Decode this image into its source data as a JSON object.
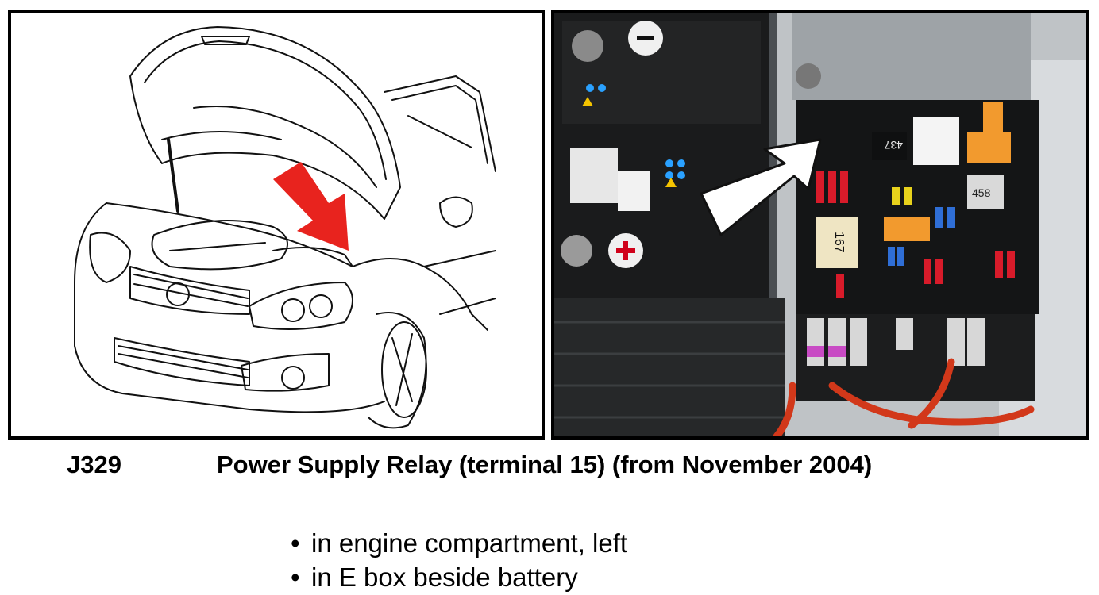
{
  "figure": {
    "left_image": {
      "description_icon": "car-hood-open-line-drawing",
      "pointer_color": "#e8231e"
    },
    "right_image": {
      "description_icon": "engine-bay-fuse-box-photo",
      "relay_labels": [
        "437",
        "458",
        "167"
      ],
      "pointer_color": "#ffffff"
    }
  },
  "caption": {
    "code": "J329",
    "name": "Power Supply Relay (terminal 15) (from November 2004)"
  },
  "locations": [
    {
      "bullet": "•",
      "text": "in engine compartment, left"
    },
    {
      "bullet": "•",
      "text": "in E box beside battery"
    }
  ]
}
